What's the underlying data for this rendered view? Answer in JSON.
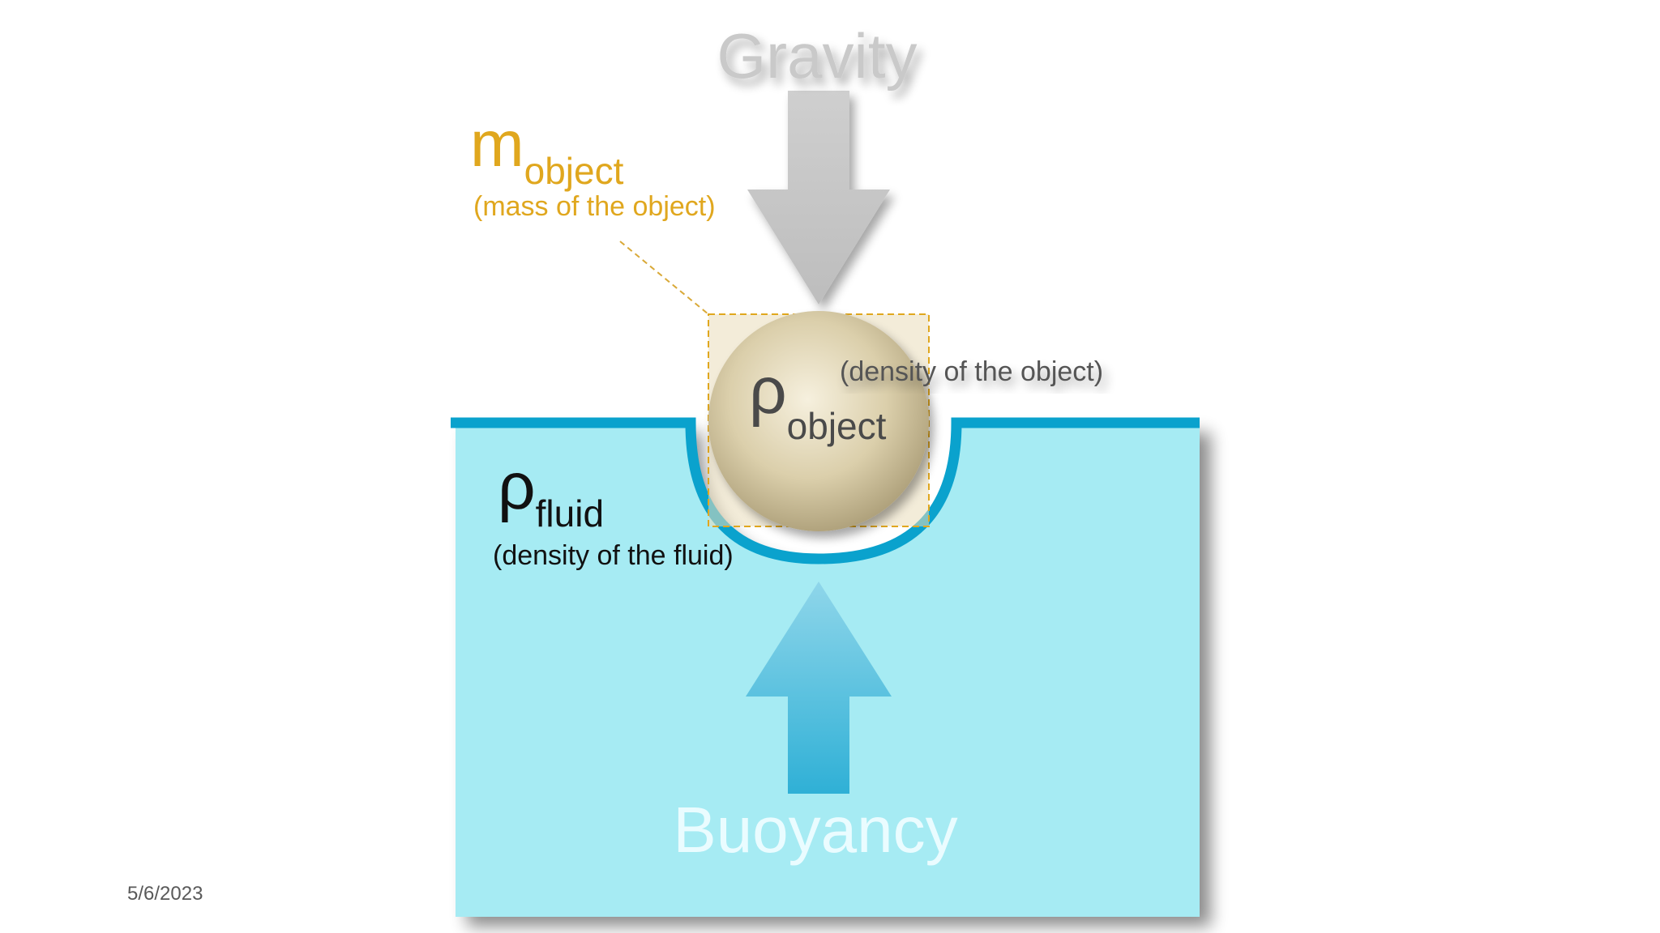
{
  "diagram": {
    "gravity_label": "Gravity",
    "buoyancy_label": "Buoyancy",
    "mass_symbol": "m",
    "mass_subscript": "object",
    "mass_caption": "(mass of the object)",
    "object_density_symbol": "ρ",
    "object_density_subscript": "object",
    "object_density_caption": "(density of the object)",
    "fluid_density_symbol": "ρ",
    "fluid_density_subscript": "fluid",
    "fluid_density_caption": "(density of the fluid)"
  },
  "footer": {
    "date": "5/6/2023"
  },
  "colors": {
    "fluid": "#a6ebf3",
    "surface": "#0aa2cd",
    "mass_label": "#e0a71e",
    "gravity_arrow": "#c6c6c6",
    "buoyancy_arrow": "#3cb6d8",
    "object": "#d8cba6"
  }
}
